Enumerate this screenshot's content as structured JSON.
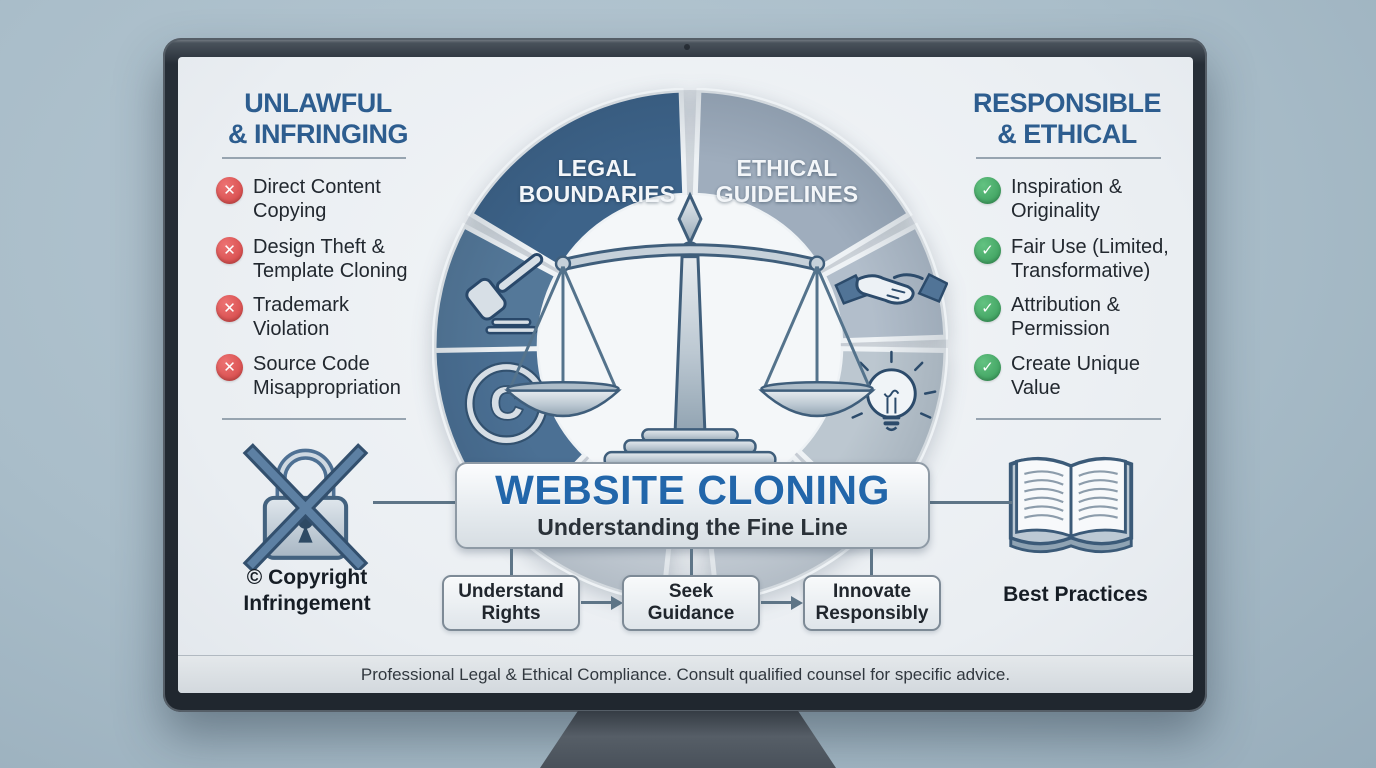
{
  "background_color": "#a9bdc9",
  "monitor": {
    "bezel_color": "#262e37"
  },
  "screen": {
    "left_panel": {
      "heading_line1": "UNLAWFUL",
      "heading_line2": "& INFRINGING",
      "badge_color": "#d94f4f",
      "items": [
        {
          "label": "Direct Content Copying"
        },
        {
          "label": "Design Theft & Template Cloning"
        },
        {
          "label": "Trademark Violation"
        },
        {
          "label": "Source Code Misappropriation"
        }
      ],
      "footer_line1": "© Copyright",
      "footer_line2": "Infringement"
    },
    "right_panel": {
      "heading_line1": "RESPONSIBLE",
      "heading_line2": "& ETHICAL",
      "badge_color": "#41a362",
      "items": [
        {
          "label": "Inspiration & Originality"
        },
        {
          "label": "Fair Use (Limited, Transformative)"
        },
        {
          "label": "Attribution & Permission"
        },
        {
          "label": "Create Unique Value"
        }
      ],
      "footer_label": "Best Practices"
    },
    "wheel": {
      "labels": {
        "legal": "LEGAL BOUNDARIES",
        "ethical": "ETHICAL GUIDELINES"
      },
      "segments": [
        {
          "name": "legal-boundaries",
          "color": "#3d6389"
        },
        {
          "name": "ethical-guidelines",
          "color": "#9fadbd"
        },
        {
          "name": "gavel-segment",
          "color": "#547899"
        },
        {
          "name": "copyright-segment",
          "color": "#4b7094"
        },
        {
          "name": "handshake-segment",
          "color": "#b2becb"
        },
        {
          "name": "lightbulb-segment",
          "color": "#bcc7d0"
        },
        {
          "name": "filler-bottom-left",
          "color": "#c9d1d9"
        },
        {
          "name": "filler-bottom-right",
          "color": "#c9d1d9"
        }
      ],
      "center_icon": "scales-of-justice"
    },
    "banner": {
      "title": "WEBSITE CLONING",
      "subtitle": "Understanding the Fine Line",
      "title_color": "#2266aa"
    },
    "flow": {
      "steps": [
        {
          "label": "Understand Rights"
        },
        {
          "label": "Seek Guidance"
        },
        {
          "label": "Innovate Responsibly"
        }
      ]
    },
    "disclaimer": "Professional Legal & Ethical Compliance. Consult qualified counsel for specific advice."
  }
}
